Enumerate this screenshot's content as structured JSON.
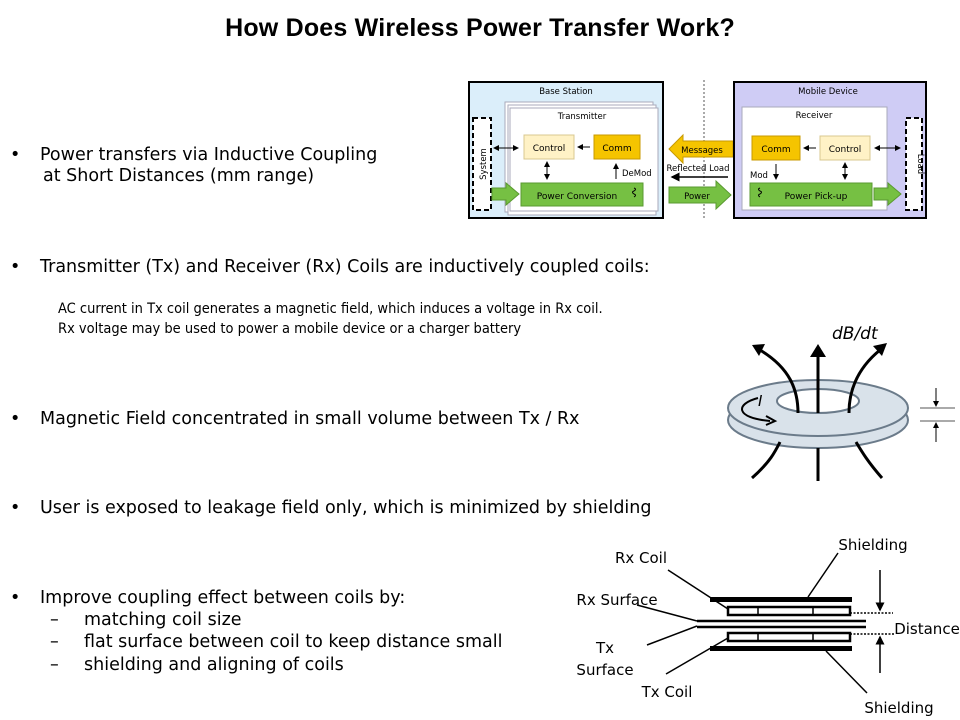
{
  "title": "How Does Wireless Power Transfer Work?",
  "bullets": [
    {
      "symbol": "•",
      "lines": [
        "Power transfers via Inductive Coupling",
        "at Short Distances (mm range)"
      ]
    },
    {
      "symbol": "•",
      "text": "Transmitter (Tx) and Receiver (Rx) Coils are inductively coupled coils:",
      "details": [
        "AC current in Tx coil generates a magnetic field, which induces a voltage in Rx coil.",
        "Rx voltage may be used to power a mobile device or a charger battery"
      ]
    },
    {
      "symbol": "•",
      "text": "Magnetic Field concentrated in small volume between Tx / Rx"
    },
    {
      "symbol": "•",
      "text": "User is exposed to leakage field only, which is minimized by shielding"
    },
    {
      "symbol": "•",
      "text": "Improve coupling effect between coils by:",
      "subitems": [
        {
          "symbol": "–",
          "text": "matching coil size"
        },
        {
          "symbol": "–",
          "text": "flat surface between coil to keep distance small"
        },
        {
          "symbol": "–",
          "text": "shielding and aligning of coils"
        }
      ]
    }
  ],
  "block_diagram": {
    "base_station": {
      "label": "Base Station",
      "transmitter": "Transmitter",
      "system": "System",
      "control": "Control",
      "comm": "Comm",
      "demod": "DeMod",
      "power_conversion": "Power Conversion"
    },
    "link": {
      "messages": "Messages",
      "reflected_load": "Reflected Load",
      "power": "Power"
    },
    "mobile_device": {
      "label": "Mobile Device",
      "receiver": "Receiver",
      "load": "Load",
      "control": "Control",
      "comm": "Comm",
      "mod": "Mod",
      "power_pickup": "Power Pick-up"
    },
    "colors": {
      "base_bg": "#dbeefa",
      "mobile_bg": "#cfccf5",
      "control": "#fff2c6",
      "comm": "#f5c400",
      "power": "#76c043"
    }
  },
  "coil_figure": {
    "field_label": "dB/dt",
    "current_label": "I",
    "coil_fill": "#d9e2ea"
  },
  "stack_figure": {
    "labels": {
      "rx_coil": "Rx Coil",
      "rx_surface": "Rx Surface",
      "tx_surface_1": "Tx",
      "tx_surface_2": "Surface",
      "tx_coil": "Tx Coil",
      "shielding_top": "Shielding",
      "shielding_bottom": "Shielding",
      "distance": "Distance"
    }
  }
}
